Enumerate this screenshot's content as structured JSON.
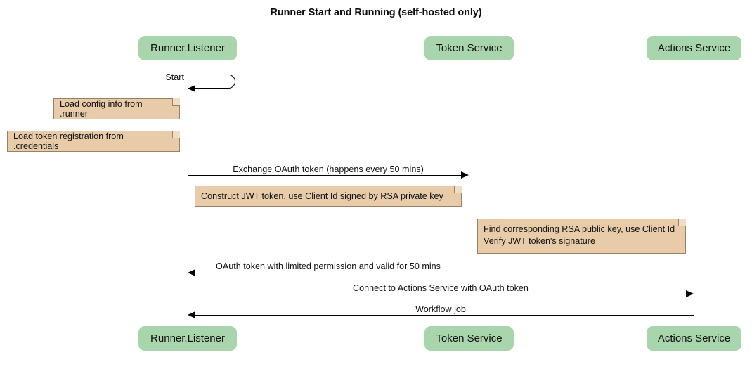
{
  "diagram": {
    "title": "Runner Start and Running (self-hosted only)",
    "type": "sequence-diagram",
    "colors": {
      "actor_fill": "#a8d5ab",
      "note_fill": "#e8cba8",
      "note_border": "#9a8163",
      "lifeline": "#bcbcbc",
      "arrow": "#000000"
    }
  },
  "participants": [
    {
      "id": "runner",
      "label": "Runner.Listener"
    },
    {
      "id": "token",
      "label": "Token Service"
    },
    {
      "id": "actions",
      "label": "Actions Service"
    }
  ],
  "messages": [
    {
      "id": "start",
      "label": "Start",
      "kind": "self"
    },
    {
      "id": "exchange",
      "label": "Exchange OAuth token (happens every 50 mins)",
      "kind": "call",
      "from": "runner",
      "to": "token"
    },
    {
      "id": "oauth_back",
      "label": "OAuth token with limited permission and valid for 50 mins",
      "kind": "return",
      "from": "token",
      "to": "runner"
    },
    {
      "id": "connect",
      "label": "Connect to Actions Service with OAuth token",
      "kind": "call",
      "from": "runner",
      "to": "actions"
    },
    {
      "id": "workflow",
      "label": "Workflow job",
      "kind": "return",
      "from": "actions",
      "to": "runner"
    }
  ],
  "notes": [
    {
      "id": "note_config",
      "lines": [
        "Load config info from .runner"
      ]
    },
    {
      "id": "note_credentials",
      "lines": [
        "Load token registration from .credentials"
      ]
    },
    {
      "id": "note_jwt",
      "lines": [
        "Construct JWT token, use Client Id signed by RSA private key"
      ]
    },
    {
      "id": "note_verify",
      "lines": [
        "Find corresponding RSA public key, use Client Id",
        "Verify JWT token's signature"
      ]
    }
  ]
}
